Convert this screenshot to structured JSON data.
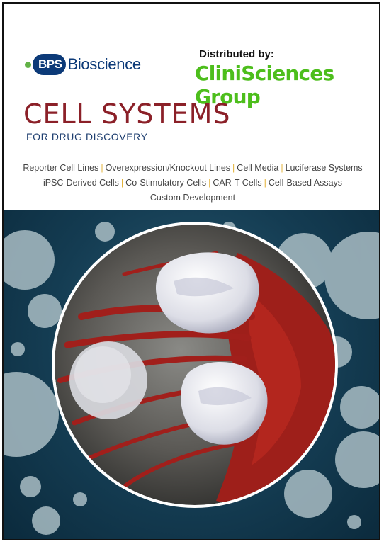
{
  "header": {
    "brand_badge": "BPS",
    "brand_word": "Bioscience",
    "distributed_label": "Distributed by:",
    "distributor_name": "CliniSciences",
    "distributor_group": "Group"
  },
  "cover": {
    "title": "CELL SYSTEMS",
    "subtitle": "FOR DRUG DISCOVERY",
    "tag_lines": [
      [
        "Reporter Cell Lines",
        "Overexpression/Knockout Lines",
        "Cell Media",
        "Luciferase Systems"
      ],
      [
        "iPSC-Derived Cells",
        "Co-Stimulatory Cells",
        "CAR-T Cells",
        "Cell-Based Assays"
      ],
      [
        "Custom Development"
      ]
    ],
    "separator": "|"
  },
  "colors": {
    "bps_blue": "#0c3a78",
    "bps_green_dot": "#62b246",
    "clinisciences_green": "#4dbe1c",
    "title_red": "#8b2028",
    "subtitle_blue": "#1f3f70",
    "separator_gold": "#e3b33b",
    "art_background": "#143c52"
  }
}
